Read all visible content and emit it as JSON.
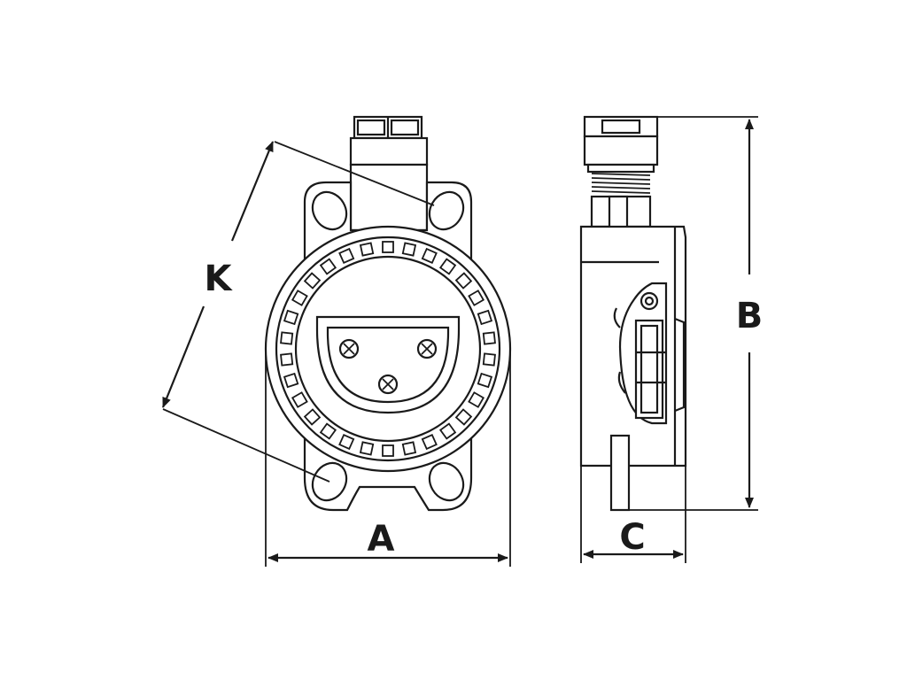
{
  "dimensions": {
    "a": "A",
    "b": "B",
    "c": "C",
    "k": "K"
  },
  "colors": {
    "line": "#1a1a1a",
    "background": "#ffffff"
  }
}
